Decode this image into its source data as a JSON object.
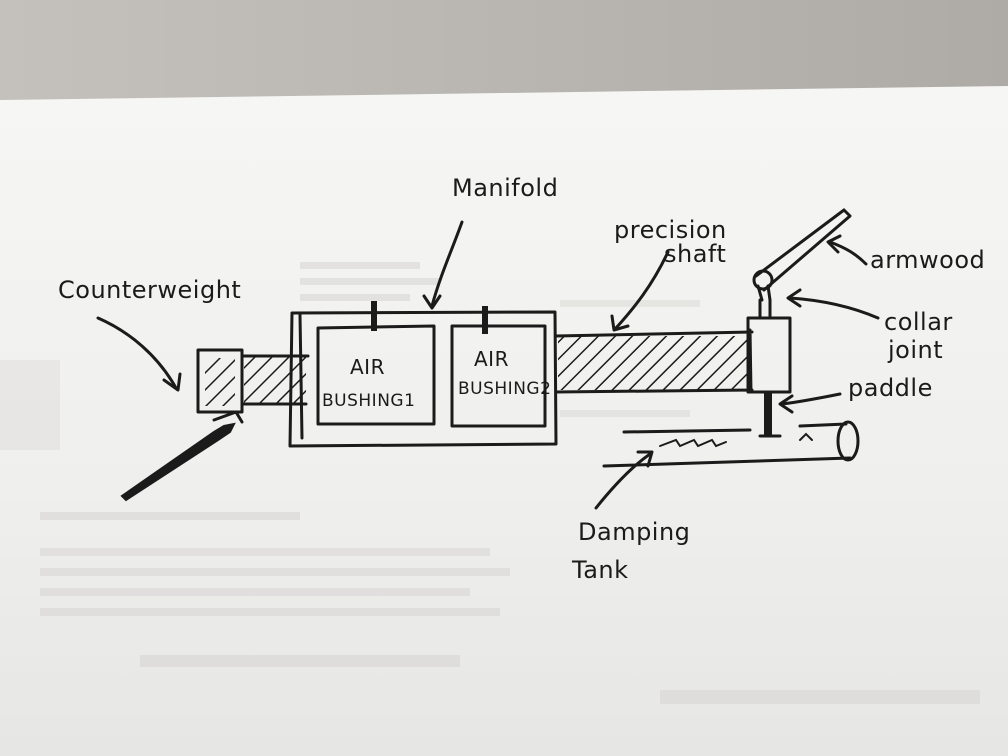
{
  "labels": {
    "manifold": "Manifold",
    "counterweight": "Counterweight",
    "precision": "precision",
    "shaft": "shaft",
    "armwood": "armwood",
    "collar": "collar",
    "joint": "joint",
    "paddle": "paddle",
    "air1_line1": "AIR",
    "air1_line2": "BUSHING1",
    "air2_line1": "AIR",
    "air2_line2": "BUSHING2",
    "damping": "Damping",
    "tank": "Tank"
  },
  "colors": {
    "ink": "#1b1b1b",
    "paper": "#f3f3f1",
    "desk": "#b8b5b0"
  }
}
